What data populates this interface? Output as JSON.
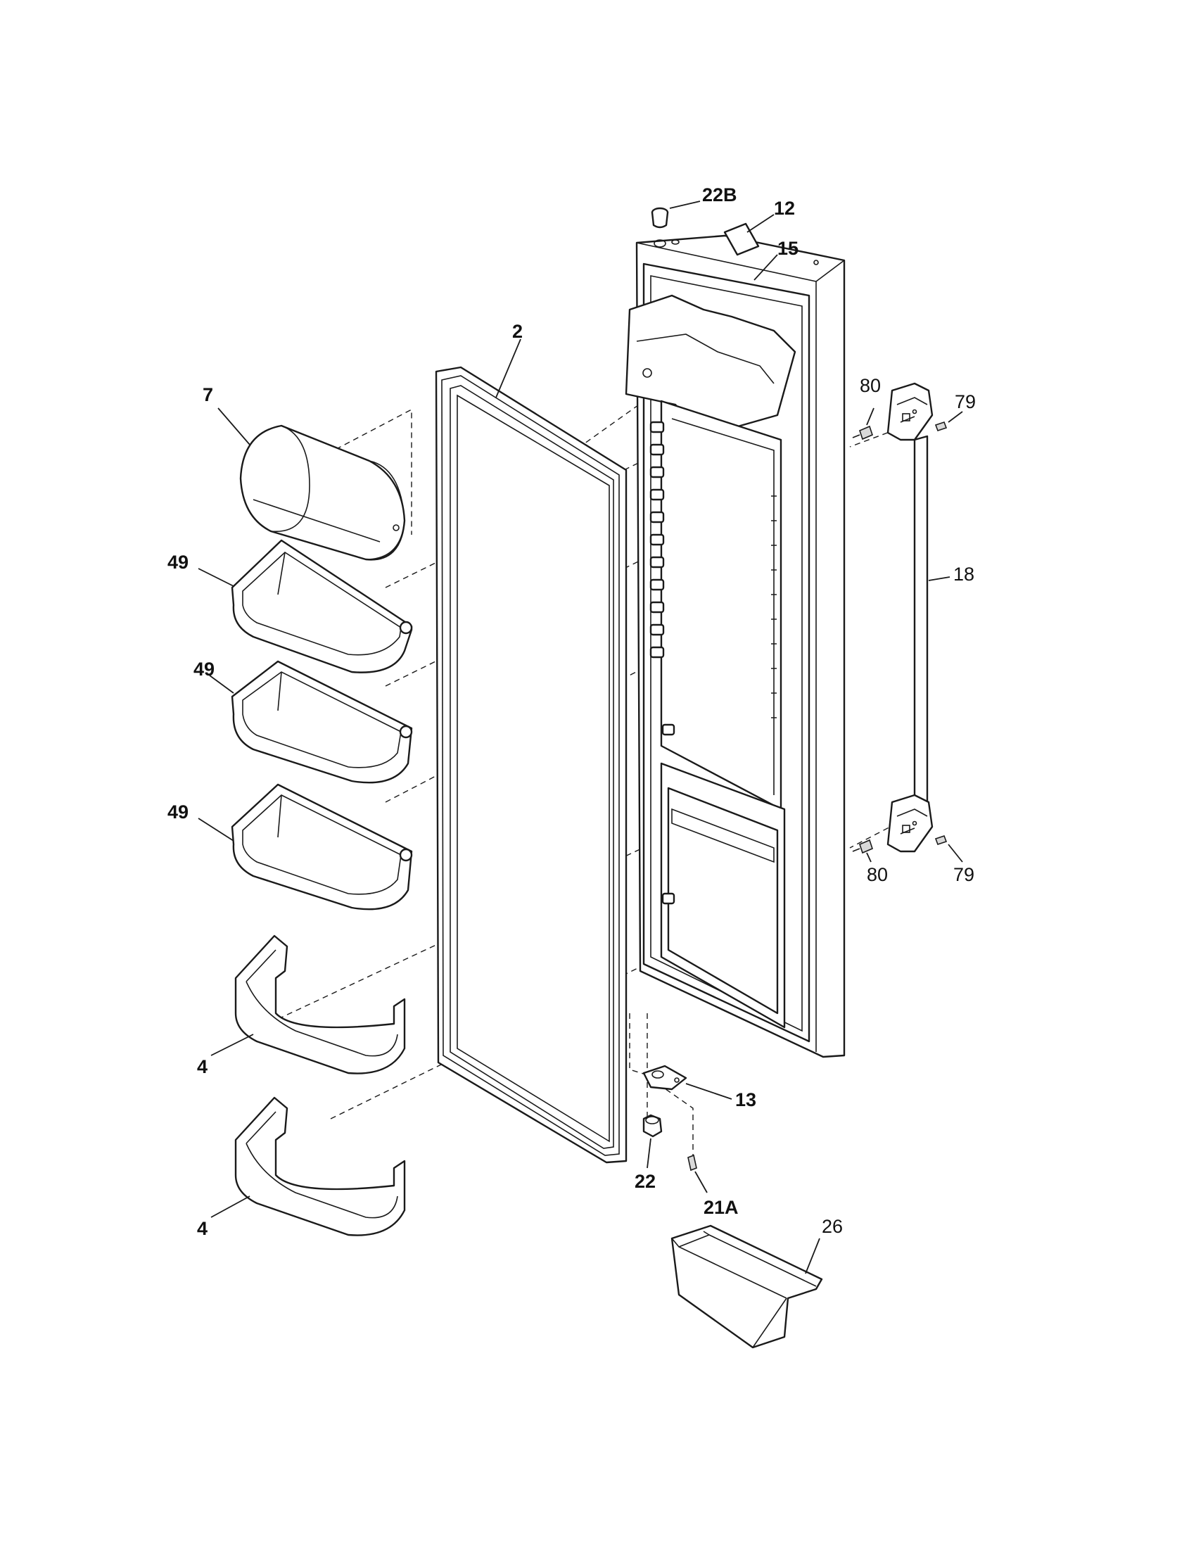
{
  "callouts": {
    "c22B": "22B",
    "c12": "12",
    "c15": "15",
    "c2": "2",
    "c7": "7",
    "c80a": "80",
    "c79a": "79",
    "c49a": "49",
    "c18": "18",
    "c49b": "49",
    "c49c": "49",
    "c80b": "80",
    "c79b": "79",
    "c4a": "4",
    "c13": "13",
    "c22": "22",
    "c21A": "21A",
    "c26": "26",
    "c4b": "4"
  }
}
